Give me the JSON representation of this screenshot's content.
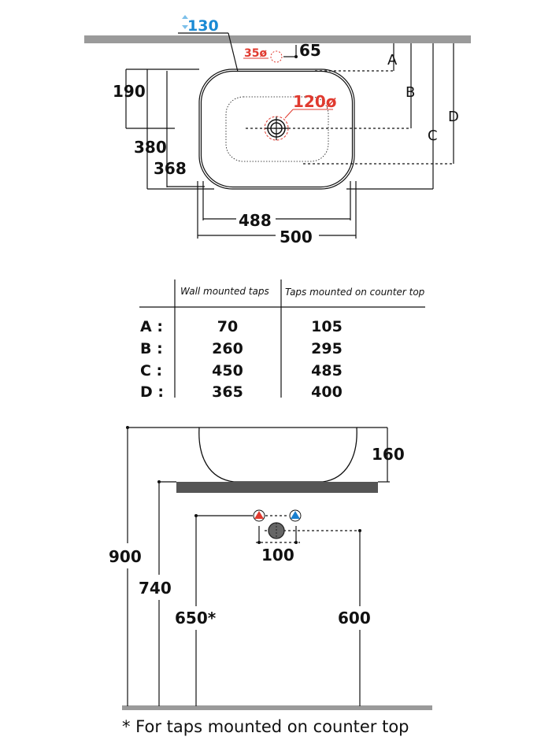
{
  "top_view": {
    "dim_130": "130",
    "dim_35": "35ø",
    "dim_65": "65",
    "dim_120": "120ø",
    "dim_190": "190",
    "dim_380": "380",
    "dim_368": "368",
    "dim_488": "488",
    "dim_500": "500",
    "label_a": "A",
    "label_b": "B",
    "label_c": "C",
    "label_d": "D"
  },
  "table": {
    "headers": [
      "Wall mounted taps",
      "Taps mounted on counter top"
    ],
    "rows": [
      {
        "label": "A :",
        "wall": "70",
        "counter": "105"
      },
      {
        "label": "B :",
        "wall": "260",
        "counter": "295"
      },
      {
        "label": "C :",
        "wall": "450",
        "counter": "485"
      },
      {
        "label": "D :",
        "wall": "365",
        "counter": "400"
      }
    ]
  },
  "side_view": {
    "dim_160": "160",
    "dim_900": "900",
    "dim_740": "740",
    "dim_100": "100",
    "dim_650": "650*",
    "dim_600": "600"
  },
  "footnote": "* For taps mounted on counter top",
  "colors": {
    "hot": "#e03a2f",
    "cold": "#1a7fcf",
    "wall": "#9a9a9a",
    "counter": "#555555"
  }
}
